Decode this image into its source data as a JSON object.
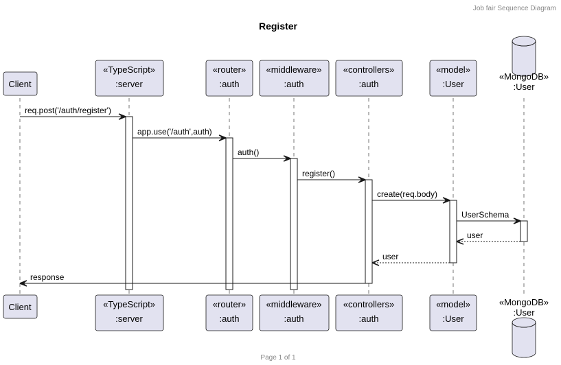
{
  "header": {
    "note": "Job fair Sequence Diagram",
    "title": "Register"
  },
  "participants": [
    {
      "id": "client",
      "stereotype": "",
      "name": "Client"
    },
    {
      "id": "server",
      "stereotype": "«TypeScript»",
      "name": ":server"
    },
    {
      "id": "router",
      "stereotype": "«router»",
      "name": ":auth"
    },
    {
      "id": "middleware",
      "stereotype": "«middleware»",
      "name": ":auth"
    },
    {
      "id": "controllers",
      "stereotype": "«controllers»",
      "name": ":auth"
    },
    {
      "id": "model",
      "stereotype": "«model»",
      "name": ":User"
    },
    {
      "id": "mongodb",
      "stereotype": "«MongoDB»",
      "name": ":User"
    }
  ],
  "messages": [
    {
      "from": "client",
      "to": "server",
      "label": "req.post('/auth/register')",
      "style": "solid"
    },
    {
      "from": "server",
      "to": "router",
      "label": "app.use('/auth',auth)",
      "style": "solid"
    },
    {
      "from": "router",
      "to": "middleware",
      "label": "auth()",
      "style": "solid"
    },
    {
      "from": "middleware",
      "to": "controllers",
      "label": "register()",
      "style": "solid"
    },
    {
      "from": "controllers",
      "to": "model",
      "label": "create(req.body)",
      "style": "solid"
    },
    {
      "from": "model",
      "to": "mongodb",
      "label": "UserSchema",
      "style": "solid"
    },
    {
      "from": "mongodb",
      "to": "model",
      "label": "user",
      "style": "dashed"
    },
    {
      "from": "model",
      "to": "controllers",
      "label": "user",
      "style": "dashed"
    },
    {
      "from": "controllers",
      "to": "client",
      "label": "response",
      "style": "solid"
    }
  ],
  "footer": {
    "page": "Page 1 of 1"
  }
}
